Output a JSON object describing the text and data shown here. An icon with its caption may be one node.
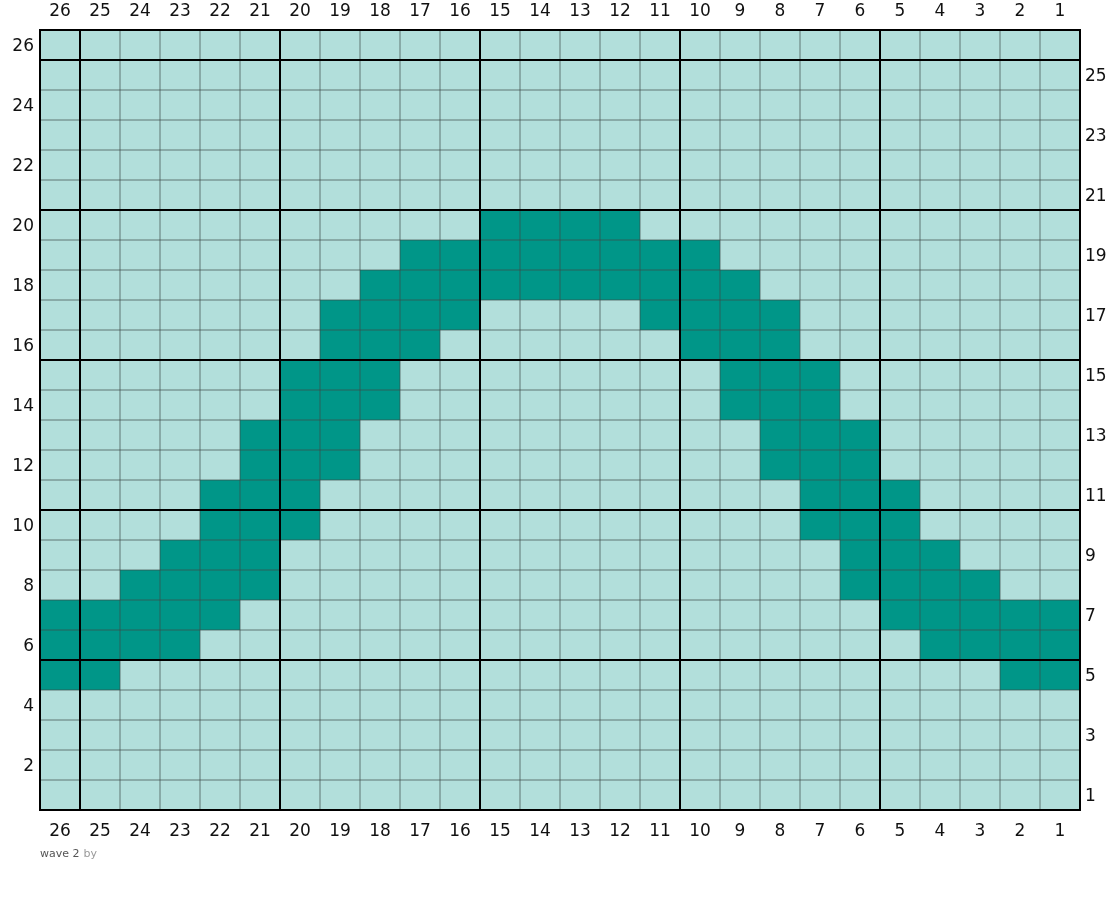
{
  "diagram": {
    "caption": "wave 2",
    "labels": [
      "26",
      "25",
      "24",
      "23",
      "22",
      "21",
      "20",
      "19",
      "18",
      "17",
      "16",
      "15",
      "14",
      "13",
      "12",
      "11",
      "10",
      "9",
      "8",
      "7",
      "6",
      "5",
      "4",
      "3",
      "2",
      "1",
      "26",
      "25",
      "24",
      "23",
      "22",
      "21",
      "20",
      "19",
      "18",
      "17",
      "16",
      "15",
      "14",
      "13",
      "12",
      "11",
      "10",
      "9",
      "8",
      "7",
      "6",
      "5",
      "4",
      "3",
      "2",
      "1",
      "26",
      "25",
      "24",
      "23",
      "22",
      "21",
      "20",
      "19",
      "18",
      "17",
      "16",
      "15",
      "14",
      "13",
      "12",
      "11",
      "10",
      "9",
      "8",
      "7",
      "6",
      "5",
      "4",
      "3",
      "2",
      "1",
      "by"
    ]
  }
}
